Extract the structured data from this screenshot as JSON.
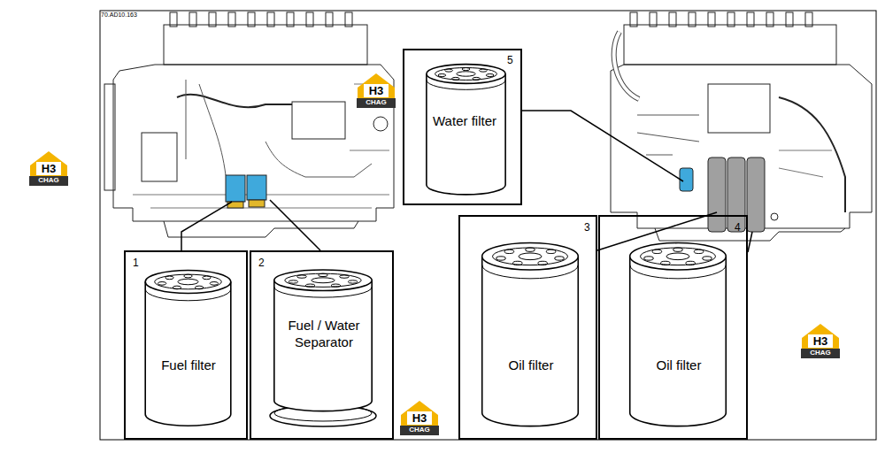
{
  "diagram": {
    "nodes": [
      {
        "text": [
          "5",
          "Water filter"
        ]
      },
      {
        "text": [
          "1",
          "Fuel filter"
        ]
      },
      {
        "text": [
          "2",
          "Fuel / Water Separator"
        ]
      },
      {
        "text": [
          "3",
          "Oil filter"
        ]
      },
      {
        "text": [
          "4",
          "Oil filter"
        ]
      }
    ],
    "labels": [
      "70.AD10.163",
      "H3",
      "CHAG",
      "H3",
      "CHAG",
      "H3",
      "CHAG",
      "H3",
      "CHAG"
    ]
  }
}
